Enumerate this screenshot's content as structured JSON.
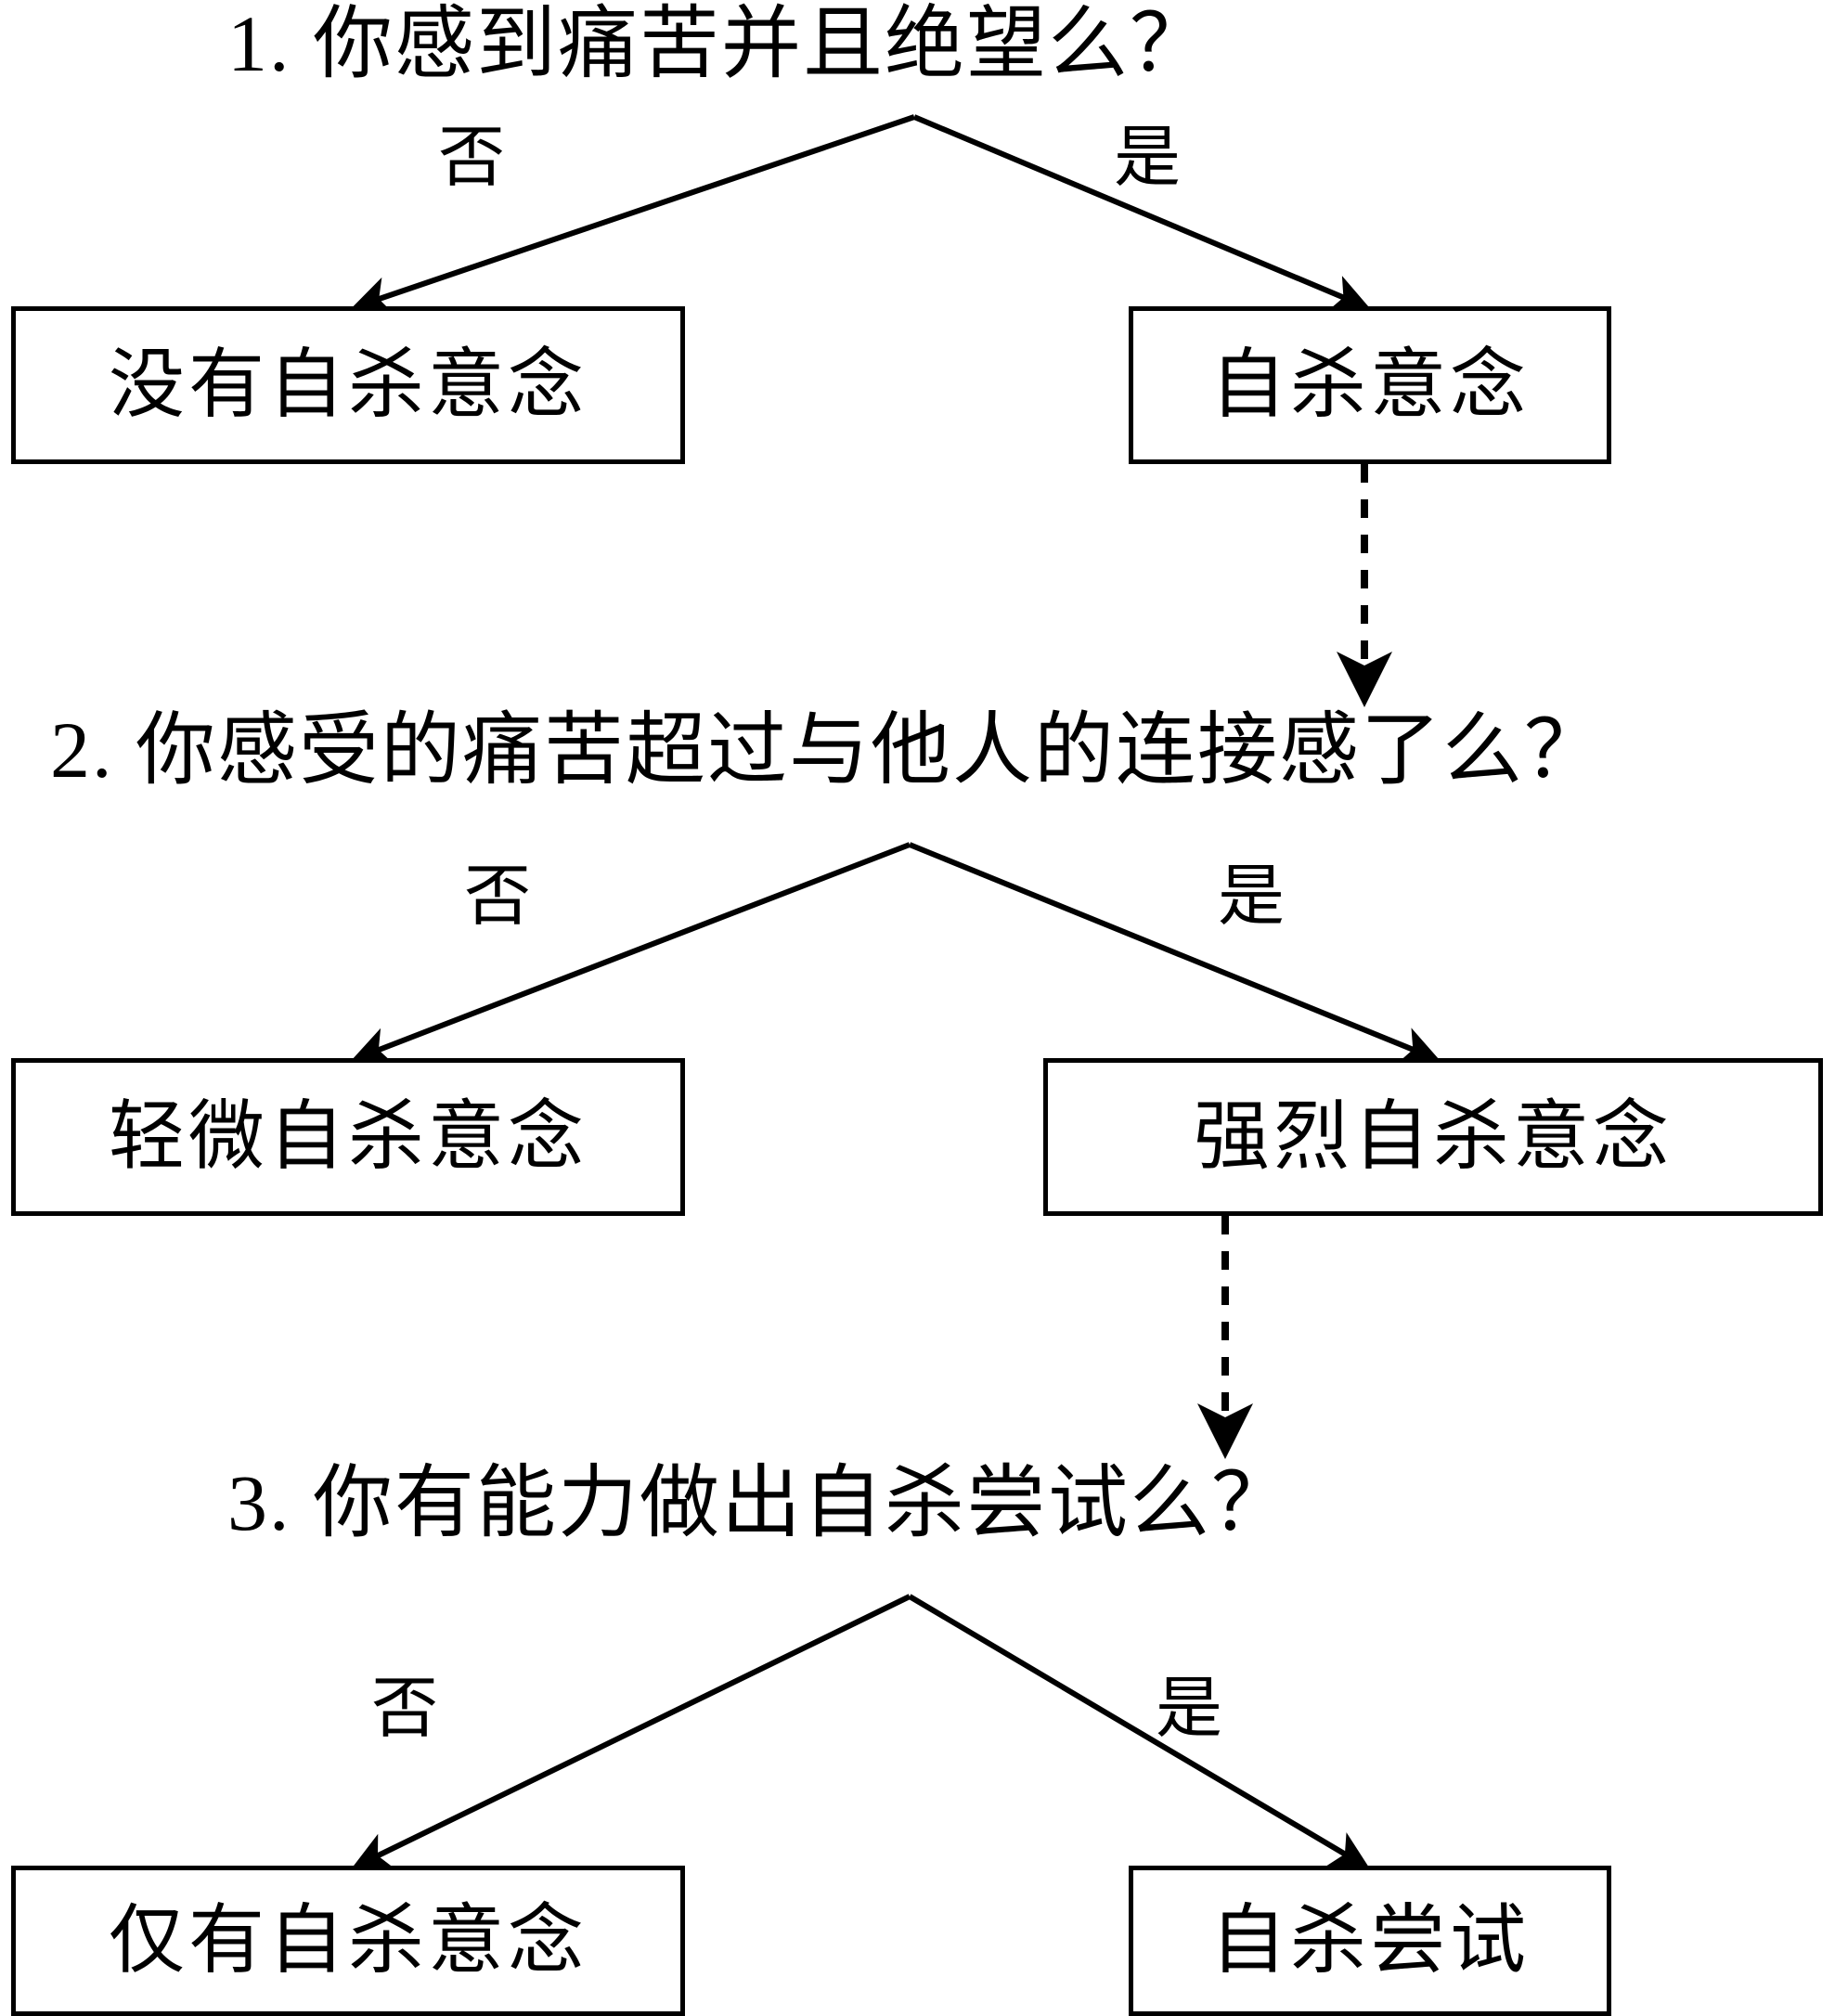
{
  "diagram": {
    "title_text": "",
    "type": "decision-flowchart",
    "language": "zh",
    "line_color": "#000000",
    "background_color": "#ffffff",
    "text_color": "#000000",
    "branch_labels": {
      "no": "否",
      "yes": "是"
    },
    "questions": [
      {
        "id": "q1",
        "text": "1. 你感到痛苦并且绝望么？"
      },
      {
        "id": "q2",
        "text": "2. 你感受的痛苦超过与他人的连接感了么？"
      },
      {
        "id": "q3",
        "text": "3. 你有能力做出自杀尝试么？"
      }
    ],
    "outcomes": [
      {
        "id": "o1-no",
        "text": "没有自杀意念"
      },
      {
        "id": "o1-yes",
        "text": "自杀意念"
      },
      {
        "id": "o2-no",
        "text": "轻微自杀意念"
      },
      {
        "id": "o2-yes",
        "text": "强烈自杀意念"
      },
      {
        "id": "o3-no",
        "text": "仅有自杀意念"
      },
      {
        "id": "o3-yes",
        "text": "自杀尝试"
      }
    ],
    "connections": [
      {
        "from": "q1",
        "to": "o1-no",
        "label": "否",
        "style": "solid"
      },
      {
        "from": "q1",
        "to": "o1-yes",
        "label": "是",
        "style": "solid"
      },
      {
        "from": "o1-yes",
        "to": "q2",
        "label": "",
        "style": "dashed"
      },
      {
        "from": "q2",
        "to": "o2-no",
        "label": "否",
        "style": "solid"
      },
      {
        "from": "q2",
        "to": "o2-yes",
        "label": "是",
        "style": "solid"
      },
      {
        "from": "o2-yes",
        "to": "q3",
        "label": "",
        "style": "dashed"
      },
      {
        "from": "q3",
        "to": "o3-no",
        "label": "否",
        "style": "solid"
      },
      {
        "from": "q3",
        "to": "o3-yes",
        "label": "是",
        "style": "solid"
      }
    ]
  }
}
